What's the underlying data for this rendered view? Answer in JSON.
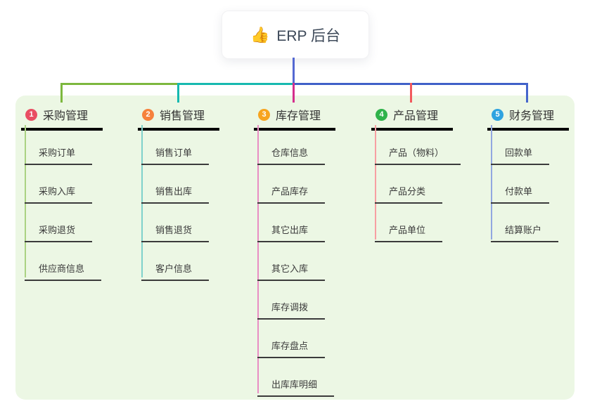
{
  "root": {
    "icon": "👍",
    "label": "ERP 后台"
  },
  "panel_color": "#ecf7e4",
  "connector_colors": {
    "root_drop": "#5468d2",
    "bus_left": "#7db83e",
    "bus_middle": "#17b9b0",
    "bus_right": "#4060c8"
  },
  "branches": [
    {
      "num": "1",
      "label": "采购管理",
      "badge_color": "#e94e63",
      "line_color": "#7db83e",
      "child_line_color": "#aad282",
      "items": [
        "采购订单",
        "采购入库",
        "采购退货",
        "供应商信息"
      ]
    },
    {
      "num": "2",
      "label": "销售管理",
      "badge_color": "#f6813c",
      "line_color": "#17b9b0",
      "child_line_color": "#7fd2cb",
      "items": [
        "销售订单",
        "销售出库",
        "销售退货",
        "客户信息"
      ]
    },
    {
      "num": "3",
      "label": "库存管理",
      "badge_color": "#f7a41f",
      "line_color": "#d42e8d",
      "child_line_color": "#e98ec4",
      "items": [
        "仓库信息",
        "产品库存",
        "其它出库",
        "其它入库",
        "库存调拨",
        "库存盘点",
        "出库库明细"
      ]
    },
    {
      "num": "4",
      "label": "产品管理",
      "badge_color": "#2fb34a",
      "line_color": "#f25a5e",
      "child_line_color": "#f79fa2",
      "items": [
        "产品（物料）",
        "产品分类",
        "产品单位"
      ]
    },
    {
      "num": "5",
      "label": "财务管理",
      "badge_color": "#2fa3e0",
      "line_color": "#4565cc",
      "child_line_color": "#92a7e0",
      "items": [
        "回款单",
        "付款单",
        "结算账户"
      ]
    }
  ]
}
